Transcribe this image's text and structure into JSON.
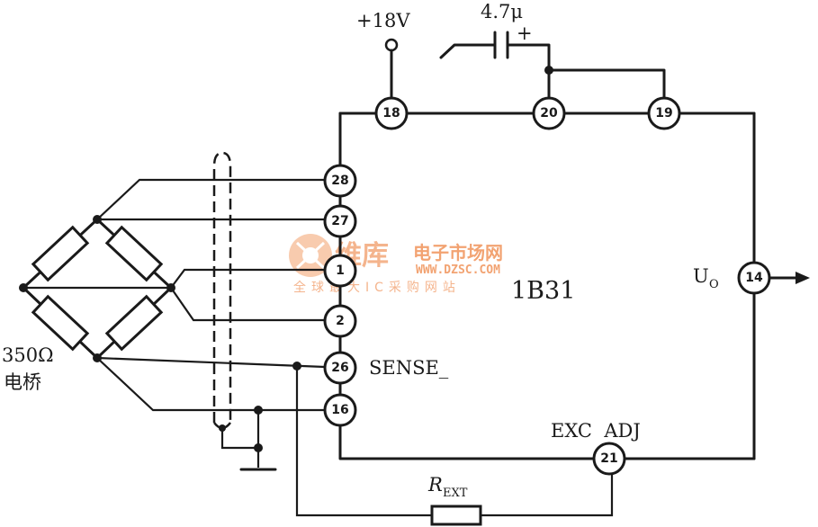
{
  "labels": {
    "supply": "+18V",
    "capacitor": "4.7μ",
    "cap_polarity": "+",
    "chip": "1B31",
    "output": "U",
    "output_sub": "O",
    "sense": "SENSE_",
    "exc_adj": "EXC  ADJ",
    "resistor": "R",
    "resistor_sub": "EXT",
    "bridge_value": "350Ω",
    "bridge_name": "电桥"
  },
  "pins": {
    "p18": "18",
    "p20": "20",
    "p19": "19",
    "p28": "28",
    "p27": "27",
    "p1": "1",
    "p2": "2",
    "p26": "26",
    "p16": "16",
    "p21": "21",
    "p14": "14"
  },
  "watermark": {
    "brand": "维库",
    "site_name": "电子市场网",
    "url": "WWW.DZSC.COM",
    "slogan": "全球最大IC采购网站"
  }
}
